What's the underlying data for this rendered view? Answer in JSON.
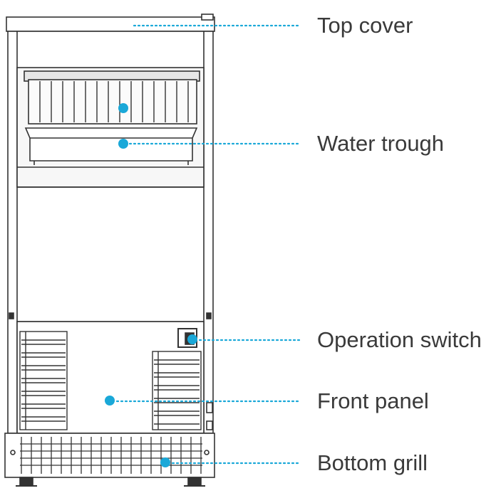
{
  "colors": {
    "outline": "#333333",
    "marker": "#1aa8d8",
    "label_text": "#3a3a3a"
  },
  "callouts": [
    {
      "id": "top-cover",
      "label": "Top cover"
    },
    {
      "id": "water-trough",
      "label": "Water trough"
    },
    {
      "id": "operation-switch",
      "label": "Operation switch"
    },
    {
      "id": "front-panel",
      "label": "Front panel"
    },
    {
      "id": "bottom-grill",
      "label": "Bottom grill"
    }
  ]
}
